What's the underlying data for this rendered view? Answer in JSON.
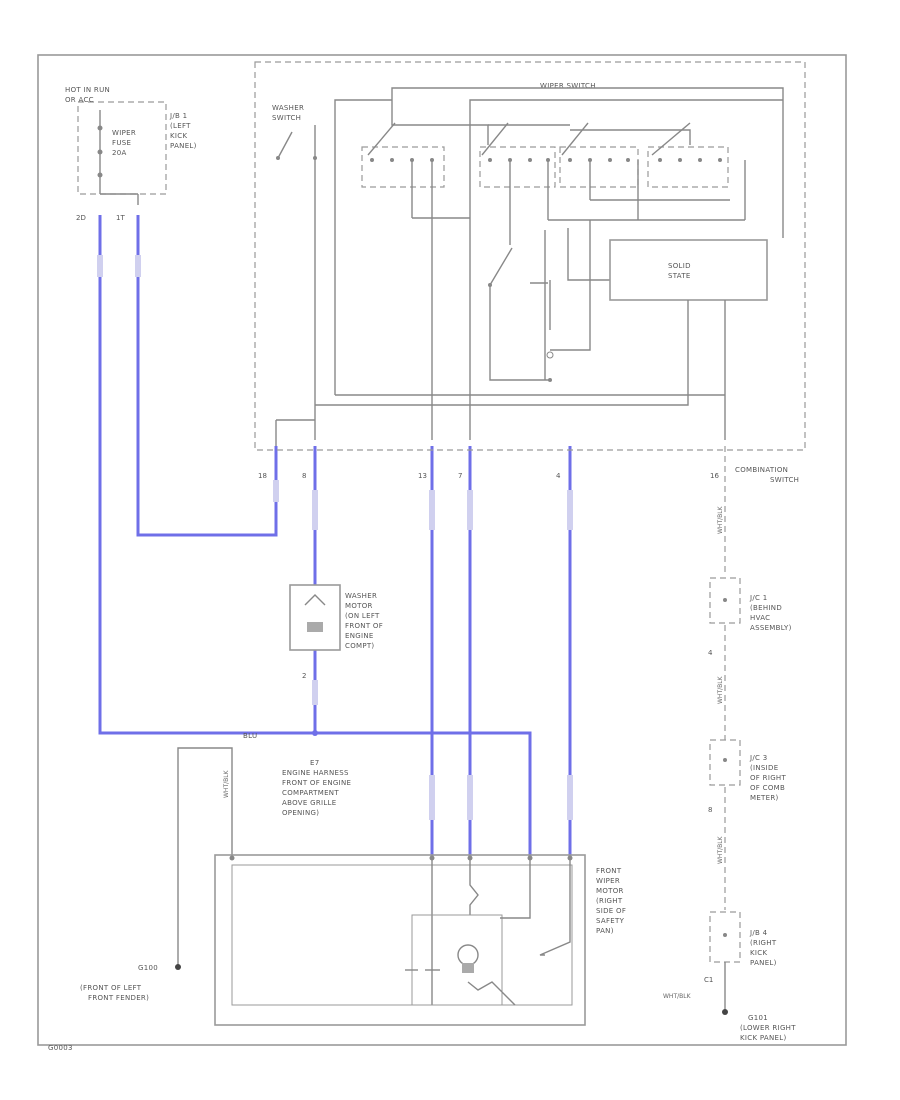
{
  "diagram": {
    "fuse_box": [
      "HOT IN RUN",
      "OR ACC",
      "WIPER",
      "FUSE",
      "20A",
      "J/B 1",
      "(LEFT",
      "KICK",
      "PANEL)"
    ],
    "fuse_pins": [
      "2D",
      "1T"
    ],
    "switch_title": "WIPER SWITCH",
    "washer_switch": [
      "WASHER",
      "SWITCH"
    ],
    "solid_state": [
      "SOLID",
      "STATE"
    ],
    "switch_pins": [
      "18",
      "8",
      "13",
      "7",
      "4",
      "16"
    ],
    "combination_switch": [
      "COMBINATION",
      "SWITCH"
    ],
    "washer_motor": [
      "WASHER",
      "MOTOR",
      "(ON LEFT",
      "FRONT OF",
      "ENGINE",
      "COMPT)"
    ],
    "washer_pin": "2",
    "wire_blu": "BLU",
    "splice_e7": [
      "E7",
      "ENGINE HARNESS",
      "FRONT OF ENGINE",
      "COMPARTMENT",
      "ABOVE GRILLE",
      "OPENING)"
    ],
    "front_wiper_motor": [
      "FRONT",
      "WIPER",
      "MOTOR",
      "(RIGHT",
      "SIDE OF",
      "SAFETY",
      "PAN)"
    ],
    "ground_left": [
      "G100",
      "(FRONT OF LEFT",
      "FRONT FENDER)"
    ],
    "jc1": [
      "J/C 1",
      "(BEHIND",
      "HVAC",
      "ASSEMBLY)"
    ],
    "jc3": [
      "J/C 3",
      "(INSIDE",
      "OF RIGHT",
      "OF COMB",
      "METER)"
    ],
    "jb4": [
      "J/B 4",
      "(RIGHT",
      "KICK",
      "PANEL)"
    ],
    "ground_right": [
      "G101",
      "(LOWER RIGHT",
      "KICK PANEL)"
    ],
    "wire_white_black": "WHT/BLK",
    "c1_label": "C1",
    "pin_4": "4",
    "pin_8": "8",
    "footer_code": "G0003"
  }
}
